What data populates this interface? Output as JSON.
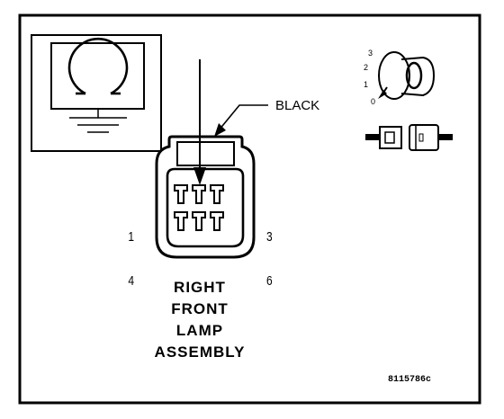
{
  "wire_label": "BLACK",
  "pin_labels": {
    "top_left": "1",
    "top_right": "3",
    "bottom_left": "4",
    "bottom_right": "6"
  },
  "ignition_positions": [
    "3",
    "2",
    "1",
    "0"
  ],
  "title_lines": [
    "RIGHT",
    "FRONT",
    "LAMP",
    "ASSEMBLY"
  ],
  "figure_id": "8115786c",
  "icons": {
    "meter": "ohmmeter-ground-icon",
    "ignition": "ignition-key-icon",
    "connector": "disconnected-connector-icon"
  }
}
